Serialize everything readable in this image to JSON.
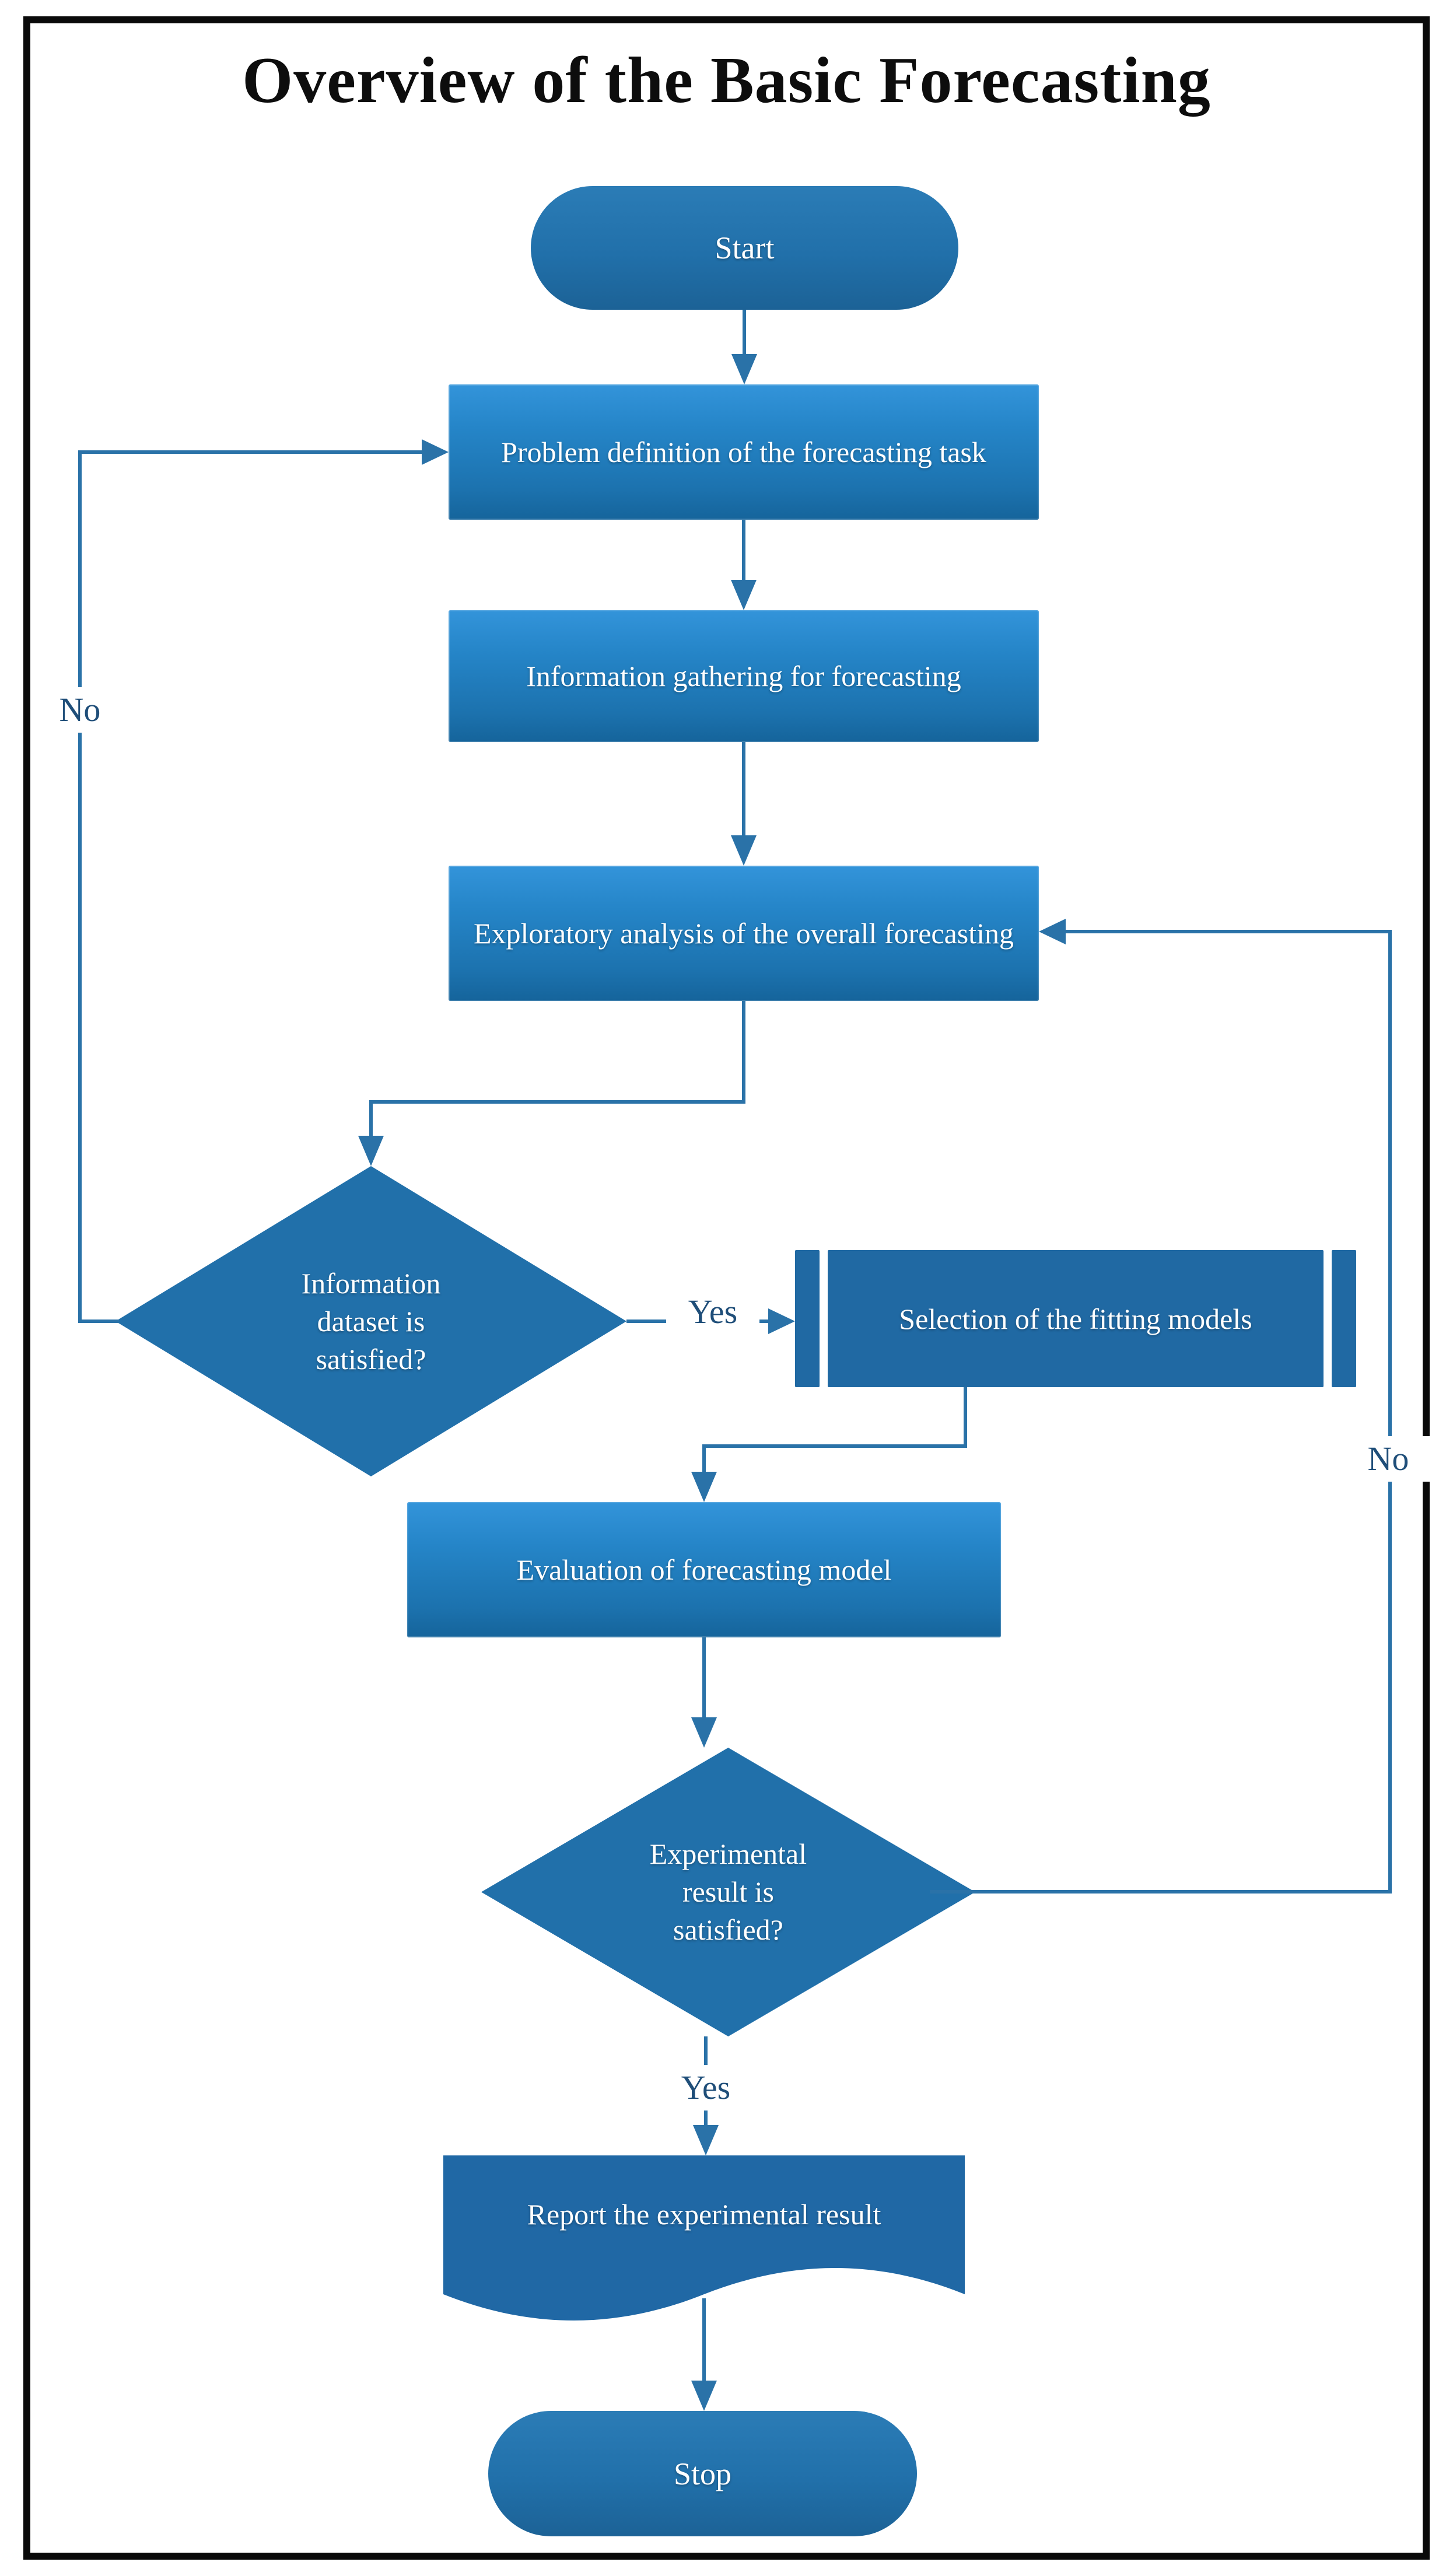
{
  "title": "Overview of the Basic Forecasting",
  "flowchart": {
    "nodes": {
      "start": {
        "type": "terminator",
        "label": "Start"
      },
      "problem_definition": {
        "type": "process",
        "label": "Problem definition of the forecasting task"
      },
      "information_gathering": {
        "type": "process",
        "label": "Information gathering for forecasting"
      },
      "exploratory_analysis": {
        "type": "process",
        "label": "Exploratory analysis of the overall forecasting"
      },
      "dataset_satisfied": {
        "type": "decision",
        "label": "Information dataset is satisfied?"
      },
      "model_selection": {
        "type": "predefined-process",
        "label": "Selection of the fitting models"
      },
      "evaluation": {
        "type": "process",
        "label": "Evaluation of forecasting model"
      },
      "result_satisfied": {
        "type": "decision",
        "label": "Experimental result is satisfied?"
      },
      "report": {
        "type": "document",
        "label": "Report the experimental result"
      },
      "stop": {
        "type": "terminator",
        "label": "Stop"
      }
    },
    "edge_labels": {
      "dataset_yes": "Yes",
      "dataset_no": "No",
      "result_yes": "Yes",
      "result_no": "No"
    },
    "colors": {
      "solid_shape_fill": "#2170aa",
      "predefined_fill": "#2069a3",
      "process_gradient_top": "#3394da",
      "process_gradient_bottom": "#15649b",
      "connector": "#2a72a8",
      "edge_label_text": "#1f4e79",
      "node_text": "#ffffff",
      "title_text": "#0d0d0d",
      "frame_border": "#0a0a0a"
    }
  }
}
